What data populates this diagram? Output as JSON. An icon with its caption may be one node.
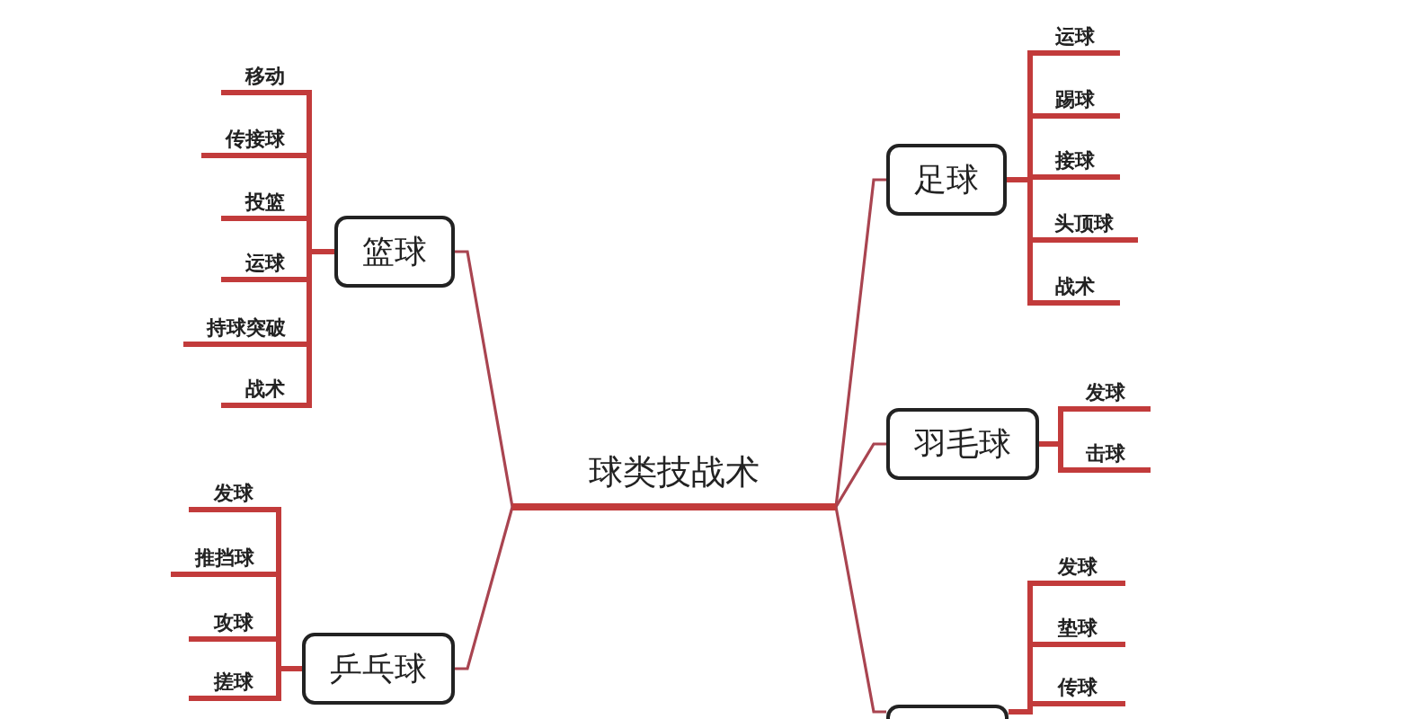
{
  "diagram": {
    "nodes": [
      {
        "text": [
          "球类技战术"
        ]
      },
      {
        "text": [
          "篮球"
        ]
      },
      {
        "text": [
          "移动"
        ]
      },
      {
        "text": [
          "传接球"
        ]
      },
      {
        "text": [
          "投篮"
        ]
      },
      {
        "text": [
          "运球"
        ]
      },
      {
        "text": [
          "持球突破"
        ]
      },
      {
        "text": [
          "战术"
        ]
      },
      {
        "text": [
          "乒乓球"
        ]
      },
      {
        "text": [
          "发球"
        ]
      },
      {
        "text": [
          "推挡球"
        ]
      },
      {
        "text": [
          "攻球"
        ]
      },
      {
        "text": [
          "搓球"
        ]
      },
      {
        "text": [
          "足球"
        ]
      },
      {
        "text": [
          "运球"
        ]
      },
      {
        "text": [
          "踢球"
        ]
      },
      {
        "text": [
          "接球"
        ]
      },
      {
        "text": [
          "头顶球"
        ]
      },
      {
        "text": [
          "战术"
        ]
      },
      {
        "text": [
          "羽毛球"
        ]
      },
      {
        "text": [
          "发球"
        ]
      },
      {
        "text": [
          "击球"
        ]
      },
      {
        "text": [],
        "shape": "box"
      },
      {
        "text": [
          "发球"
        ]
      },
      {
        "text": [
          "垫球"
        ]
      },
      {
        "text": [
          "传球"
        ]
      }
    ],
    "edges": [
      {
        "from": 0,
        "to": 1,
        "arrow": "none"
      },
      {
        "from": 1,
        "to": 2,
        "arrow": "none"
      },
      {
        "from": 1,
        "to": 3,
        "arrow": "none"
      },
      {
        "from": 1,
        "to": 4,
        "arrow": "none"
      },
      {
        "from": 1,
        "to": 5,
        "arrow": "none"
      },
      {
        "from": 1,
        "to": 6,
        "arrow": "none"
      },
      {
        "from": 1,
        "to": 7,
        "arrow": "none"
      },
      {
        "from": 0,
        "to": 8,
        "arrow": "none"
      },
      {
        "from": 8,
        "to": 9,
        "arrow": "none"
      },
      {
        "from": 8,
        "to": 10,
        "arrow": "none"
      },
      {
        "from": 8,
        "to": 11,
        "arrow": "none"
      },
      {
        "from": 8,
        "to": 12,
        "arrow": "none"
      },
      {
        "from": 0,
        "to": 13,
        "arrow": "none"
      },
      {
        "from": 13,
        "to": 14,
        "arrow": "none"
      },
      {
        "from": 13,
        "to": 15,
        "arrow": "none"
      },
      {
        "from": 13,
        "to": 16,
        "arrow": "none"
      },
      {
        "from": 13,
        "to": 17,
        "arrow": "none"
      },
      {
        "from": 13,
        "to": 18,
        "arrow": "none"
      },
      {
        "from": 0,
        "to": 19,
        "arrow": "none"
      },
      {
        "from": 19,
        "to": 20,
        "arrow": "none"
      },
      {
        "from": 19,
        "to": 21,
        "arrow": "none"
      },
      {
        "from": 0,
        "to": 22,
        "arrow": "none"
      },
      {
        "from": 22,
        "to": 23,
        "arrow": "none"
      },
      {
        "from": 22,
        "to": 24,
        "arrow": "none"
      },
      {
        "from": 22,
        "to": 25,
        "arrow": "none"
      }
    ]
  }
}
